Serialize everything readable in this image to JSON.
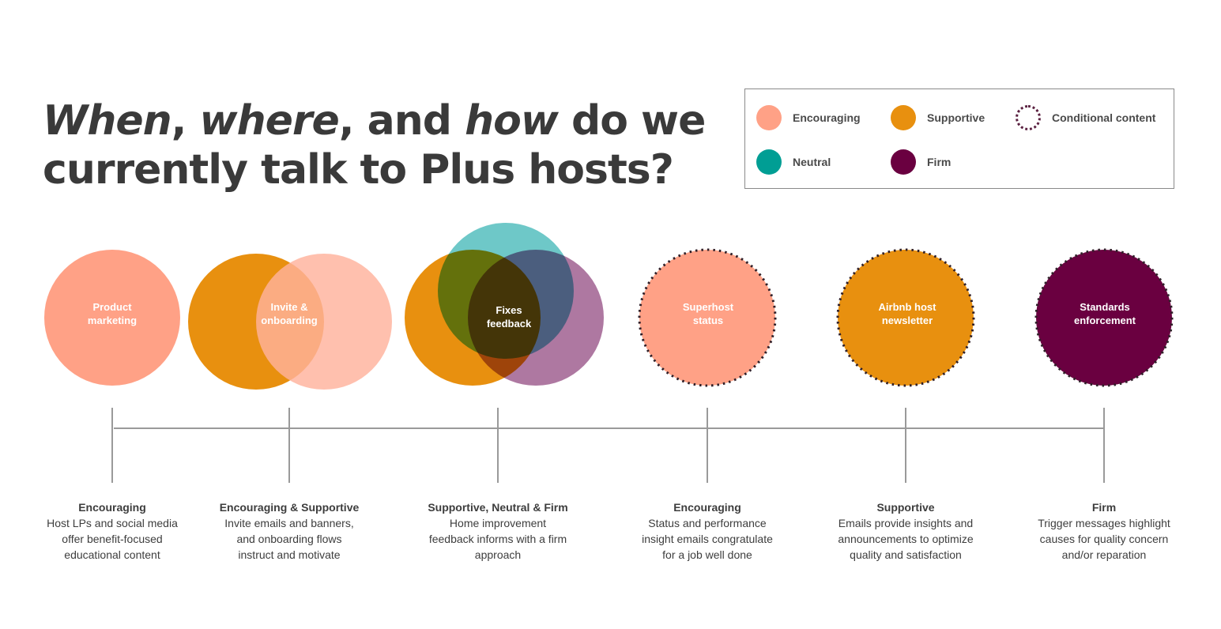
{
  "title": {
    "part1": "When",
    "part2": ", ",
    "part3": "where",
    "part4": ", and ",
    "part5": "how",
    "part6": " do we",
    "line2": "currently talk to Plus hosts?"
  },
  "colors": {
    "encouraging": "#FFA186",
    "encouraging_light": "#FFB29C",
    "supportive": "#E8900F",
    "neutral": "#5EC2C2",
    "neutral_solid": "#009E94",
    "firm": "#6A0040",
    "firm_light": "#A06090",
    "dots": "#2F1F28",
    "axis": "#9a9a9a"
  },
  "legend": {
    "items": [
      {
        "label": "Encouraging",
        "icon": "encouraging-swatch"
      },
      {
        "label": "Supportive",
        "icon": "supportive-swatch"
      },
      {
        "label": "Conditional content",
        "icon": "dotted-circle-swatch"
      },
      {
        "label": "Neutral",
        "icon": "neutral-swatch"
      },
      {
        "label": "Firm",
        "icon": "firm-swatch"
      }
    ]
  },
  "touchpoints": [
    {
      "label": "Product\nmarketing",
      "tone": "Encouraging",
      "description": "Host LPs and social media\noffer benefit-focused\neducational content",
      "conditional": false
    },
    {
      "label": "Invite &\nonboarding",
      "tone": "Encouraging & Supportive",
      "description": "Invite emails and banners,\nand onboarding flows\ninstruct and motivate",
      "conditional": false
    },
    {
      "label": "Fixes\nfeedback",
      "tone": "Supportive, Neutral & Firm",
      "description": "Home improvement\nfeedback informs with a firm\napproach",
      "conditional": false
    },
    {
      "label": "Superhost\nstatus",
      "tone": "Encouraging",
      "description": "Status and performance\ninsight emails congratulate\nfor a job well done",
      "conditional": true
    },
    {
      "label": "Airbnb host\nnewsletter",
      "tone": "Supportive",
      "description": "Emails provide insights and\nannouncements to optimize\nquality and satisfaction",
      "conditional": true
    },
    {
      "label": "Standards\nenforcement",
      "tone": "Firm",
      "description": "Trigger messages highlight\ncauses for quality concern\nand/or reparation",
      "conditional": true
    }
  ]
}
